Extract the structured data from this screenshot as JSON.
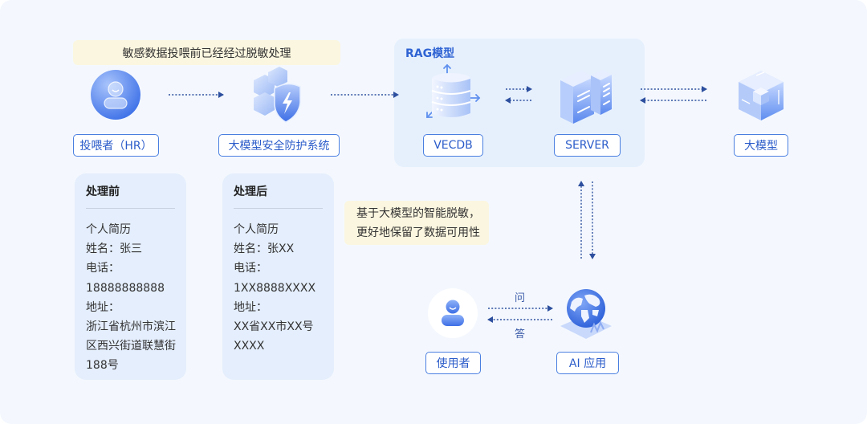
{
  "top_note": "敏感数据投喂前已经经过脱敏处理",
  "mid_note": {
    "line1": "基于大模型的智能脱敏，",
    "line2": "更好地保留了数据可用性"
  },
  "nodes": {
    "feeder": {
      "label": "投喂者（HR）",
      "icon": "user-icon"
    },
    "security": {
      "label": "大模型安全防护系统",
      "icon": "shield-icon"
    },
    "vecdb": {
      "label": "VECDB",
      "icon": "database-icon"
    },
    "server": {
      "label": "SERVER",
      "icon": "server-icon"
    },
    "llm": {
      "label": "大模型",
      "icon": "cube-icon"
    },
    "user": {
      "label": "使用者",
      "icon": "user-icon"
    },
    "ai_app": {
      "label": "AI 应用",
      "icon": "globe-icon"
    }
  },
  "rag_group": {
    "title": "RAG模型"
  },
  "edge_labels": {
    "ask": "问",
    "answer": "答"
  },
  "before_card": {
    "title": "处理前",
    "lines": [
      "个人简历",
      "姓名：张三",
      "电话：",
      "18888888888",
      "地址：",
      "浙江省杭州市滨江",
      "区西兴街道联慧街",
      "188号"
    ]
  },
  "after_card": {
    "title": "处理后",
    "lines": [
      "个人简历",
      "姓名：张XX",
      "电话：",
      "1XX8888XXXX",
      "地址：",
      "XX省XX市XX号",
      "XXXX"
    ]
  },
  "colors": {
    "background": "#f4f8fe",
    "accent": "#2f63d3",
    "note_bg": "#fbf6df",
    "card_bg": "#e4eefc",
    "arrow": "#2d4f9e"
  }
}
